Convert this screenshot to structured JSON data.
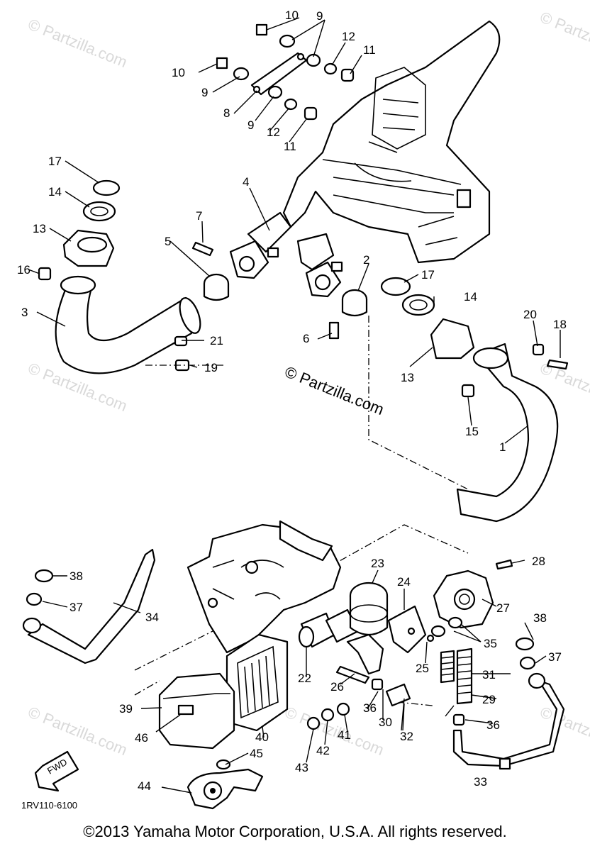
{
  "diagram": {
    "code": "1RV110-6100",
    "watermark": "© Partzilla.com",
    "center_watermark": "© Partzilla.com",
    "fwd_label": "FWD",
    "footer": "©2013  Yamaha Motor Corporation, U.S.A. All rights reserved."
  },
  "callouts": {
    "c1": "1",
    "c2": "2",
    "c3": "3",
    "c4": "4",
    "c5": "5",
    "c6": "6",
    "c7": "7",
    "c8": "8",
    "c9a": "9",
    "c9b": "9",
    "c9c": "9",
    "c10a": "10",
    "c10b": "10",
    "c11a": "11",
    "c11b": "11",
    "c12a": "12",
    "c12b": "12",
    "c13a": "13",
    "c13b": "13",
    "c14a": "14",
    "c14b": "14",
    "c15": "15",
    "c16": "16",
    "c17a": "17",
    "c17b": "17",
    "c18": "18",
    "c19": "19",
    "c20": "20",
    "c21": "21",
    "c22": "22",
    "c23": "23",
    "c24": "24",
    "c25": "25",
    "c26": "26",
    "c27": "27",
    "c28": "28",
    "c29": "29",
    "c30": "30",
    "c31": "31",
    "c32": "32",
    "c33": "33",
    "c34": "34",
    "c35": "35",
    "c36a": "36",
    "c36b": "36",
    "c37a": "37",
    "c37b": "37",
    "c38a": "38",
    "c38b": "38",
    "c39": "39",
    "c40": "40",
    "c41": "41",
    "c42": "42",
    "c43": "43",
    "c44": "44",
    "c45": "45",
    "c46": "46"
  }
}
